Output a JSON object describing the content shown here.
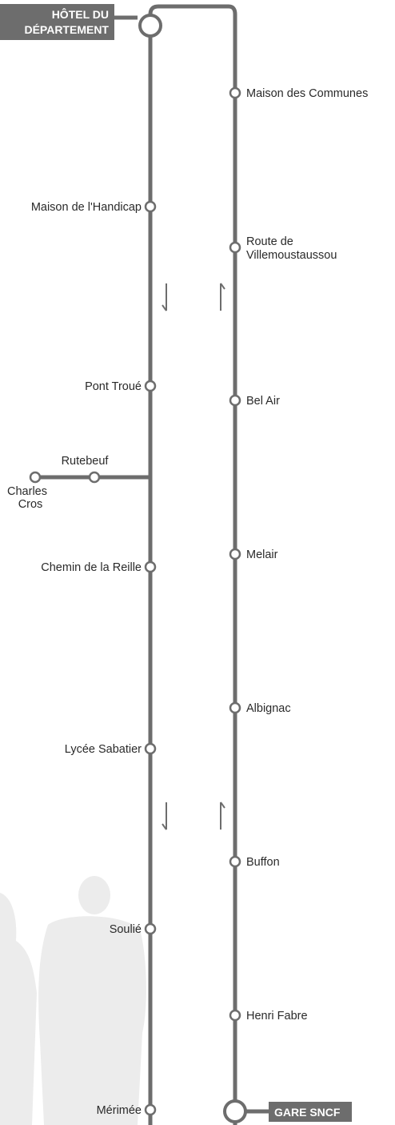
{
  "terminus_top": {
    "line1": "HÔTEL DU",
    "line2": "DÉPARTEMENT"
  },
  "terminus_bottom": {
    "label": "GARE SNCF"
  },
  "left_stops": [
    {
      "id": "maison-handicap",
      "name": "Maison de l'Handicap"
    },
    {
      "id": "pont-troue",
      "name": "Pont Troué"
    },
    {
      "id": "chemin-reille",
      "name": "Chemin de la Reille"
    },
    {
      "id": "lycee-sabatier",
      "name": "Lycée Sabatier"
    },
    {
      "id": "soulie",
      "name": "Soulié"
    },
    {
      "id": "merimee",
      "name": "Mérimée"
    }
  ],
  "branch_stops": [
    {
      "id": "rutebeuf",
      "name": "Rutebeuf"
    },
    {
      "id": "charles-cros",
      "line1": "Charles",
      "line2": "Cros"
    }
  ],
  "right_stops": [
    {
      "id": "maison-communes",
      "name": "Maison des Communes"
    },
    {
      "id": "route-villemoustaussou",
      "line1": "Route de",
      "line2": "Villemoustaussou"
    },
    {
      "id": "bel-air",
      "name": "Bel Air"
    },
    {
      "id": "melair",
      "name": "Melair"
    },
    {
      "id": "albignac",
      "name": "Albignac"
    },
    {
      "id": "buffon",
      "name": "Buffon"
    },
    {
      "id": "henri-fabre",
      "name": "Henri Fabre"
    }
  ],
  "colors": {
    "line": "#6d6d6d",
    "terminus_bg": "#6d6d6d",
    "text": "#2a2a2a",
    "silhouette": "#ececec"
  }
}
